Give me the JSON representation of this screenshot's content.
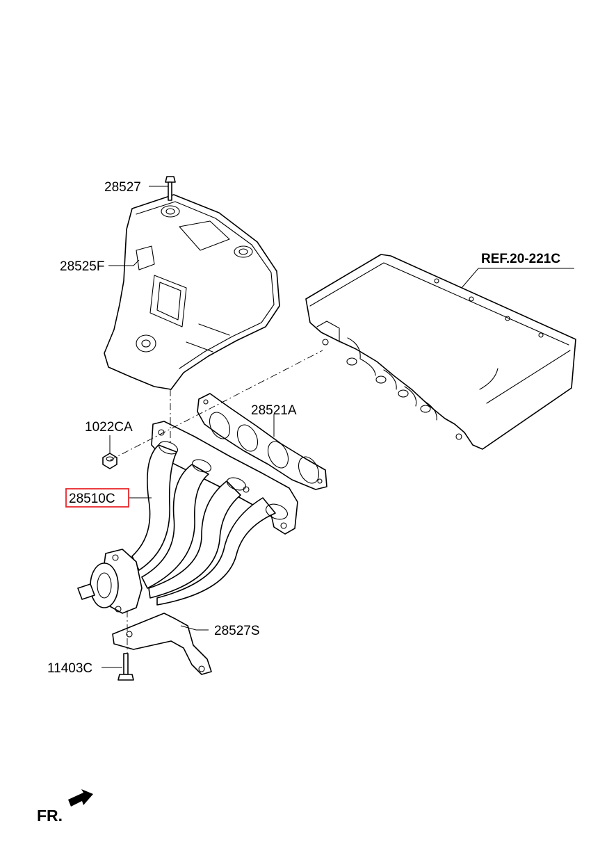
{
  "callouts": {
    "heat_protector_bolt": "28527",
    "heat_protector": "28525F",
    "cylinder_head_ref": "REF.20-221C",
    "manifold_gasket": "28521A",
    "nut": "1022CA",
    "exhaust_manifold": "28510C",
    "bracket": "28527S",
    "bracket_bolt": "11403C"
  },
  "direction_marker": "FR.",
  "highlight": {
    "target": "exhaust_manifold",
    "color": "#e8262b"
  }
}
